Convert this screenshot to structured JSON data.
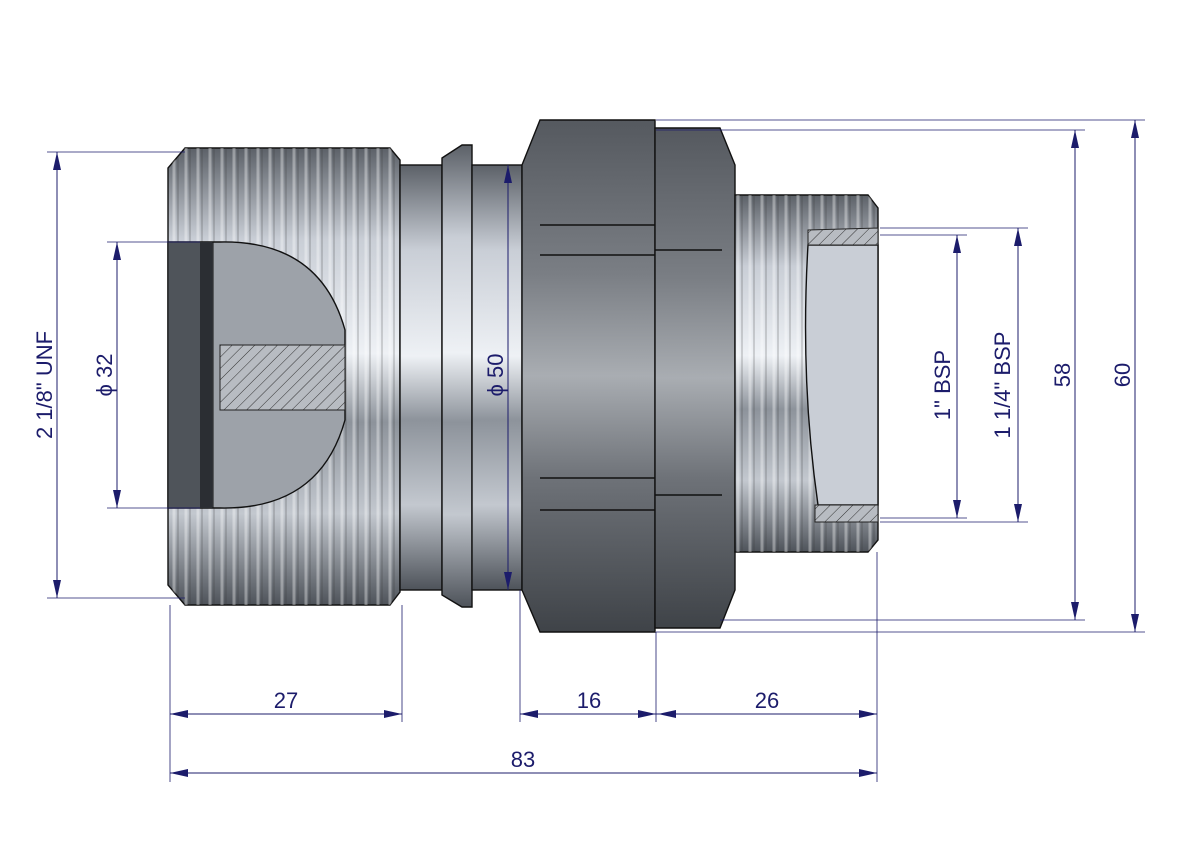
{
  "title": "Threaded adapter fitting drawing",
  "dimensions": {
    "thread_left": "2 1/8\" UNF",
    "bore_left": "ϕ 32",
    "body_dia": "ϕ 50",
    "bsp_inner": "1\" BSP",
    "bsp_outer": "1 1/4\" BSP",
    "hex_across_flats": "58",
    "hex_across_corners": "60",
    "len_left": "27",
    "len_hex": "16",
    "len_right": "26",
    "len_total": "83"
  },
  "colors": {
    "dimension": "#1c1c6b",
    "steel": "#8a9099",
    "hex": "#6a6e74"
  }
}
